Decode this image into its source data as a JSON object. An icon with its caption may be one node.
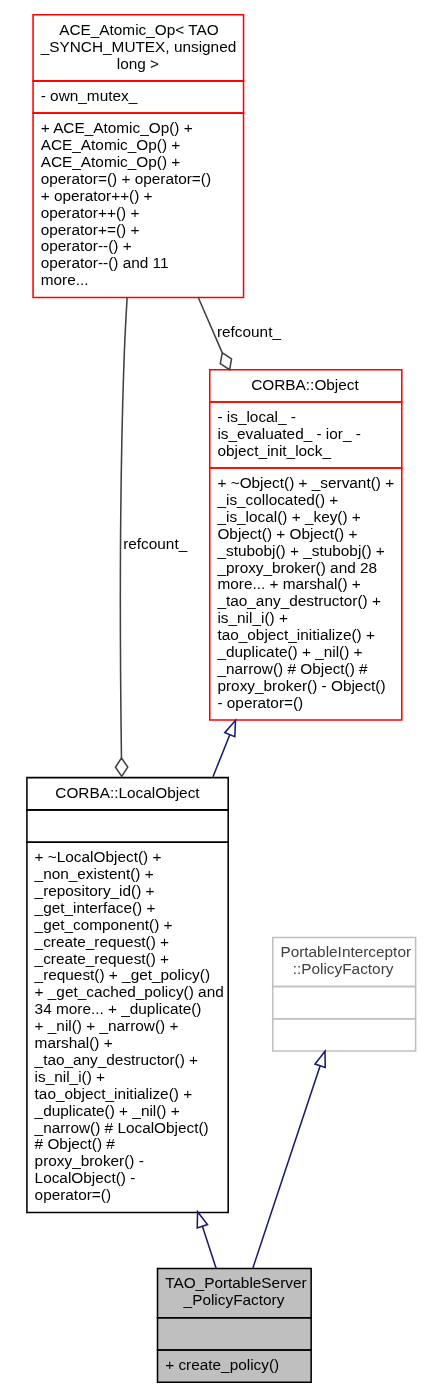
{
  "diagram": {
    "nodes": [
      {
        "text": [
          "ACE_Atomic_Op< TAO _SYNCH_MUTEX, unsigned long >",
          "- own_mutex_",
          "+ ACE_Atomic_Op() + ACE_Atomic_Op() + ACE_Atomic_Op() + operator=() + operator=() + operator++() + operator++() + operator+=() + operator--() + operator--() and 11 more..."
        ]
      },
      {
        "text": [
          "CORBA::Object",
          "- is_local_ - is_evaluated_ - ior_ - object_init_lock_",
          "+ ~Object() + _servant() + _is_collocated() + _is_local() + _key() + Object() + Object() + _stubobj() + _stubobj() + _proxy_broker() and 28 more... + marshal() + _tao_any_destructor() + is_nil_i() + tao_object_initialize() + _duplicate() + _nil() + _narrow() # Object() # proxy_broker() - Object() - operator=()"
        ]
      },
      {
        "text": [
          "CORBA::LocalObject",
          "+ ~LocalObject() + _non_existent() + _repository_id() + _get_interface() + _get_component() + _create_request() + _create_request() + _request() + _get_policy() + _get_cached_policy() and 34 more... + _duplicate() + _nil() + _narrow() + marshal() + _tao_any_destructor() + is_nil_i() + tao_object_initialize() + _duplicate() + _nil() + _narrow() # LocalObject() # Object() # proxy_broker() - LocalObject() - operator=()"
        ]
      },
      {
        "text": [
          "PortableInterceptor ::PolicyFactory"
        ]
      },
      {
        "text": [
          "TAO_PortableServer _PolicyFactory",
          "+ create_policy()"
        ]
      }
    ],
    "edges": [
      {
        "from": 1,
        "to": 0,
        "arrow": "other",
        "label": "refcount_",
        "color": "#404040"
      },
      {
        "from": 2,
        "to": 0,
        "arrow": "other",
        "label": "refcount_",
        "color": "#404040"
      },
      {
        "from": 2,
        "to": 1,
        "arrow": "to"
      },
      {
        "from": 4,
        "to": 3,
        "arrow": "to"
      },
      {
        "from": 4,
        "to": 2,
        "arrow": "to"
      }
    ]
  }
}
